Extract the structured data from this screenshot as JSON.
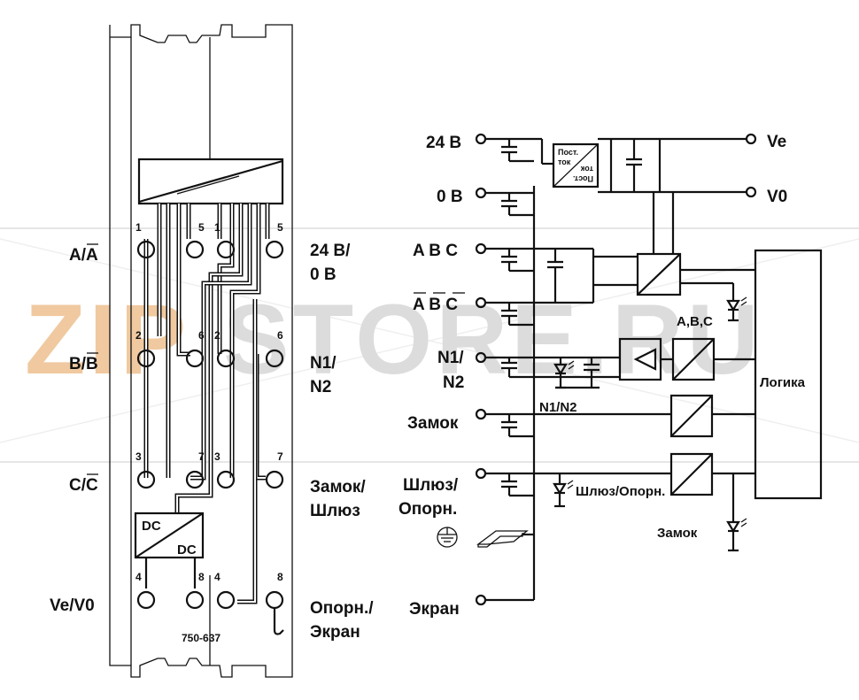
{
  "watermark": {
    "part1": "ZIP",
    "part2": "STORE.RU",
    "color1": "#f0c9a0",
    "color2": "#dcdcdc"
  },
  "module": {
    "model": "750-637",
    "pins_top": [
      "1",
      "5",
      "1",
      "5"
    ],
    "pins_row2": [
      "2",
      "6",
      "2",
      "6"
    ],
    "pins_row3": [
      "3",
      "7",
      "3",
      "7"
    ],
    "pins_row4": [
      "4",
      "8",
      "4",
      "8"
    ],
    "left_labels": [
      "A/A",
      "B/B",
      "C/C",
      "Ve/V0"
    ],
    "right_labels": [
      [
        "24 В/",
        "0 В"
      ],
      [
        "N1/",
        "N2"
      ],
      [
        "Замок/",
        "Шлюз"
      ],
      [
        "Опорн./",
        "Экран"
      ]
    ],
    "dc_top": "DC",
    "dc_bottom": "DC"
  },
  "schematic": {
    "in_24v": "24 В",
    "in_0v": "0 В",
    "in_abc": "A B C",
    "in_abc_bar": "A B C",
    "in_n1": "N1/",
    "in_n2": "N2",
    "in_lock": "Замок",
    "in_gate": "Шлюз/",
    "in_ref": "Опорн.",
    "in_screen": "Экран",
    "out_ve": "Ve",
    "out_v0": "V0",
    "converter_top1": "Пост.",
    "converter_top2": "ток",
    "converter_bot1": "Пост.",
    "converter_bot2": "ток",
    "label_abc": "A,B,C",
    "label_n1n2": "N1/N2",
    "label_logic": "Логика",
    "label_gate_led": "Шлюз/Опорн.",
    "label_lock_led": "Замок"
  }
}
